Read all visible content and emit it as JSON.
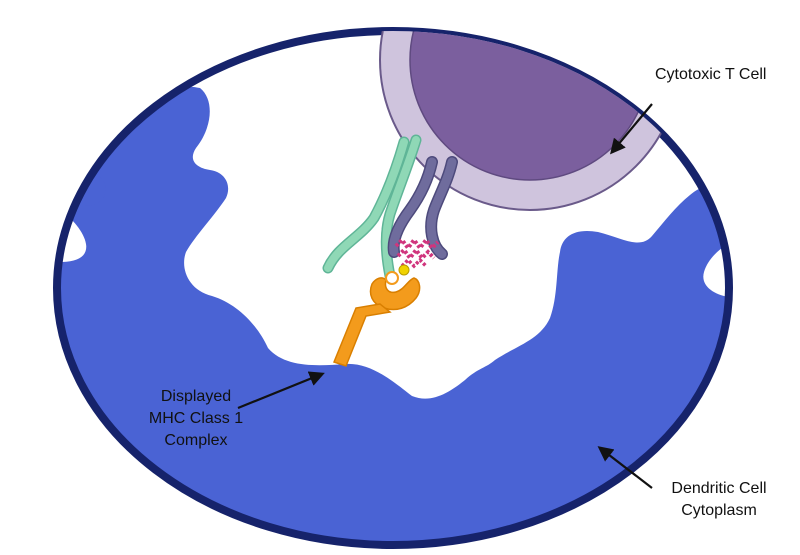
{
  "labels": {
    "t_cell": "Cytotoxic T Cell",
    "mhc_lines": [
      "Displayed",
      "MHC Class 1",
      "Complex"
    ],
    "cytoplasm_lines": [
      "Dendritic Cell",
      "Cytoplasm"
    ]
  },
  "colors": {
    "membrane_outline": "#16236b",
    "cytoplasm": "#4a63d4",
    "t_cell_outer": "#cfc4dd",
    "t_cell_inner": "#7b5f9e",
    "t_cell_edge": "#6a5a8a",
    "tcr_alpha": "#8fd8b6",
    "tcr_beta": "#6f6c9d",
    "mhc": "#f39b1c",
    "peptide": "#d0357d",
    "peptide_core": "#f0d200",
    "arrow": "#111111"
  }
}
